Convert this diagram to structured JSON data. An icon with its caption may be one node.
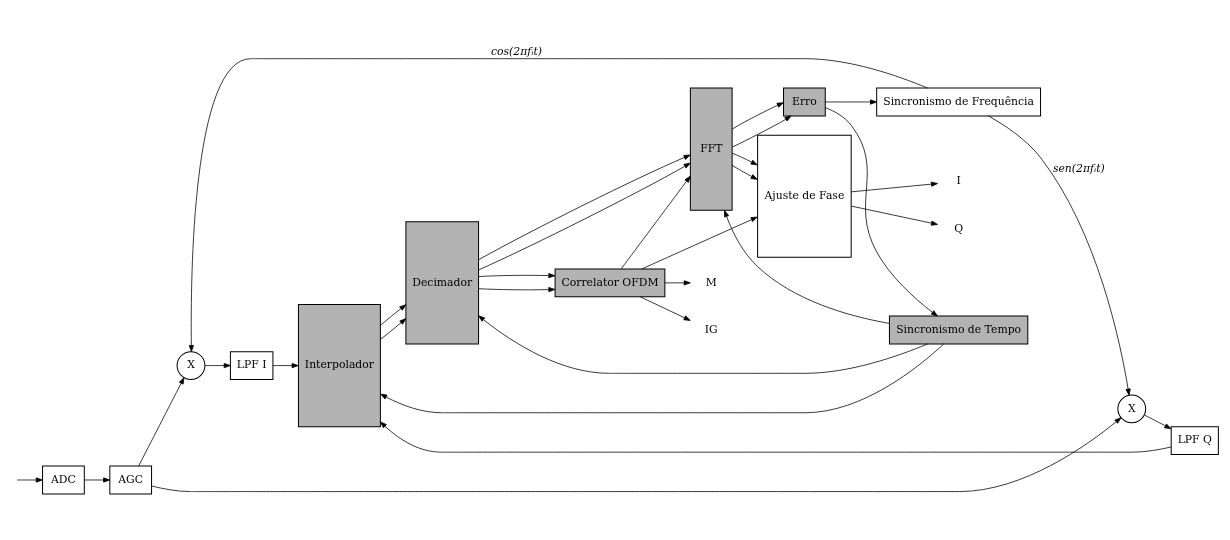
{
  "diagram": {
    "nodes": [
      {
        "text": [
          "ADC"
        ]
      },
      {
        "text": [
          "AGC"
        ]
      },
      {
        "text": [
          "X"
        ]
      },
      {
        "text": [
          "X"
        ]
      },
      {
        "text": [
          "LPF I"
        ]
      },
      {
        "text": [
          "LPF Q"
        ]
      },
      {
        "text": [
          "Interpolador"
        ]
      },
      {
        "text": [
          "Decimador"
        ]
      },
      {
        "text": [
          "FFT"
        ]
      },
      {
        "text": [
          "Ajuste de Fase"
        ]
      },
      {
        "text": [
          "Sincronismo de Frequência"
        ]
      },
      {
        "text": [
          "Sincronismo de Tempo"
        ]
      },
      {
        "text": [
          "Correlator OFDM"
        ]
      },
      {
        "text": [
          "Erro"
        ]
      },
      {
        "text": [
          "I"
        ]
      },
      {
        "text": [
          "Q"
        ]
      },
      {
        "text": [
          "M"
        ]
      },
      {
        "text": [
          "IG"
        ]
      }
    ],
    "edges": [
      {
        "from": null,
        "to": 0,
        "arrow": "to"
      },
      {
        "from": 0,
        "to": 1,
        "arrow": "to"
      },
      {
        "from": 1,
        "to": 2,
        "arrow": "to"
      },
      {
        "from": 1,
        "to": 3,
        "arrow": "to"
      },
      {
        "from": 10,
        "to": 2,
        "arrow": "to",
        "label": "cos(2πfᵢt)"
      },
      {
        "from": 10,
        "to": 3,
        "arrow": "to",
        "label": "sen(2πfᵢt)"
      },
      {
        "from": 2,
        "to": 4,
        "arrow": "to"
      },
      {
        "from": 3,
        "to": 5,
        "arrow": "to"
      },
      {
        "from": 4,
        "to": 6,
        "arrow": "to"
      },
      {
        "from": 5,
        "to": 6,
        "arrow": "to"
      },
      {
        "from": 6,
        "to": 7,
        "arrow": "to"
      },
      {
        "from": 6,
        "to": 7,
        "arrow": "to"
      },
      {
        "from": 7,
        "to": 8,
        "arrow": "to"
      },
      {
        "from": 7,
        "to": 8,
        "arrow": "to"
      },
      {
        "from": 7,
        "to": 12,
        "arrow": "to"
      },
      {
        "from": 7,
        "to": 12,
        "arrow": "to"
      },
      {
        "from": 8,
        "to": 9,
        "arrow": "to"
      },
      {
        "from": 8,
        "to": 9,
        "arrow": "to"
      },
      {
        "from": 8,
        "to": 13,
        "arrow": "to"
      },
      {
        "from": 8,
        "to": 13,
        "arrow": "to"
      },
      {
        "from": 9,
        "to": 14,
        "arrow": "to"
      },
      {
        "from": 9,
        "to": 15,
        "arrow": "to"
      },
      {
        "from": 11,
        "to": 6,
        "arrow": "to"
      },
      {
        "from": 11,
        "to": 7,
        "arrow": "to"
      },
      {
        "from": 11,
        "to": 8,
        "arrow": "to"
      },
      {
        "from": 12,
        "to": 8,
        "arrow": "to"
      },
      {
        "from": 12,
        "to": 16,
        "arrow": "to"
      },
      {
        "from": 12,
        "to": 17,
        "arrow": "to"
      },
      {
        "from": 12,
        "to": 9,
        "arrow": "to"
      },
      {
        "from": 13,
        "to": 11,
        "arrow": "to"
      },
      {
        "from": 13,
        "to": 10,
        "arrow": "to"
      }
    ]
  }
}
